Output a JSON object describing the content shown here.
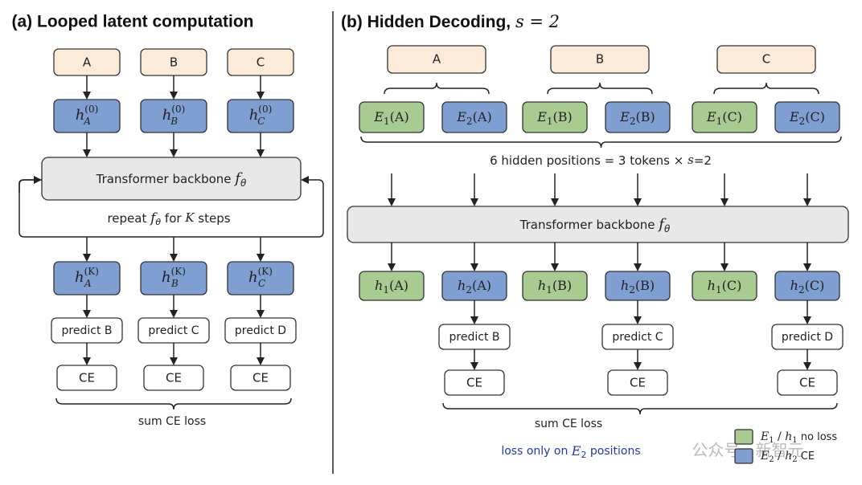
{
  "left": {
    "title": "(a) Looped latent computation",
    "tokens": [
      "A",
      "B",
      "C"
    ],
    "init_states": [
      {
        "base": "h",
        "sub": "A",
        "sup": "(0)"
      },
      {
        "base": "h",
        "sub": "B",
        "sup": "(0)"
      },
      {
        "base": "h",
        "sub": "C",
        "sup": "(0)"
      }
    ],
    "backbone": {
      "text": "Transformer backbone ",
      "fn": "f",
      "fn_sub": "θ"
    },
    "loop": {
      "pre": "repeat ",
      "fn": "f",
      "fn_sub": "θ",
      "mid": " for ",
      "k": "K",
      "post": " steps"
    },
    "final_states": [
      {
        "base": "h",
        "sub": "A",
        "sup": "(K)"
      },
      {
        "base": "h",
        "sub": "B",
        "sup": "(K)"
      },
      {
        "base": "h",
        "sub": "C",
        "sup": "(K)"
      }
    ],
    "predicts": [
      "predict B",
      "predict C",
      "predict D"
    ],
    "ce": [
      "CE",
      "CE",
      "CE"
    ],
    "sum_label": "sum CE loss"
  },
  "right": {
    "title_text": "(b) Hidden Decoding, ",
    "title_math": "s = 2",
    "tokens": [
      "A",
      "B",
      "C"
    ],
    "embeddings": [
      {
        "base": "E",
        "sub": "1",
        "arg": "(A)",
        "kind": "green"
      },
      {
        "base": "E",
        "sub": "2",
        "arg": "(A)",
        "kind": "blue"
      },
      {
        "base": "E",
        "sub": "1",
        "arg": "(B)",
        "kind": "green"
      },
      {
        "base": "E",
        "sub": "2",
        "arg": "(B)",
        "kind": "blue"
      },
      {
        "base": "E",
        "sub": "1",
        "arg": "(C)",
        "kind": "green"
      },
      {
        "base": "E",
        "sub": "2",
        "arg": "(C)",
        "kind": "blue"
      }
    ],
    "positions_label": {
      "text": "6 hidden positions = 3 tokens × ",
      "s": "s",
      "post": "=2"
    },
    "backbone": {
      "text": "Transformer backbone ",
      "fn": "f",
      "fn_sub": "θ"
    },
    "hidden": [
      {
        "base": "h",
        "sub": "1",
        "arg": "(A)",
        "kind": "green"
      },
      {
        "base": "h",
        "sub": "2",
        "arg": "(A)",
        "kind": "blue"
      },
      {
        "base": "h",
        "sub": "1",
        "arg": "(B)",
        "kind": "green"
      },
      {
        "base": "h",
        "sub": "2",
        "arg": "(B)",
        "kind": "blue"
      },
      {
        "base": "h",
        "sub": "1",
        "arg": "(C)",
        "kind": "green"
      },
      {
        "base": "h",
        "sub": "2",
        "arg": "(C)",
        "kind": "blue"
      }
    ],
    "predicts": [
      "predict B",
      "predict C",
      "predict D"
    ],
    "ce": [
      "CE",
      "CE",
      "CE"
    ],
    "sum_label": "sum CE loss",
    "note": {
      "text": "loss only on ",
      "base": "E",
      "sub": "2",
      "post": " positions"
    },
    "legend": [
      {
        "a": "E",
        "a_sub": "1",
        "b": "h",
        "b_sub": "1",
        "label": "no loss",
        "kind": "green"
      },
      {
        "a": "E",
        "a_sub": "2",
        "b": "h",
        "b_sub": "2",
        "label": "CE",
        "kind": "blue"
      }
    ]
  },
  "watermark": "公众号 · 新智元",
  "colors": {
    "token_fill": "#fcebd9",
    "blue_fill": "#7f9fd3",
    "green_fill": "#a8cb92",
    "backbone_fill": "#e8e8e8",
    "stroke": "#333333",
    "note_blue": "#1f3ab0"
  }
}
